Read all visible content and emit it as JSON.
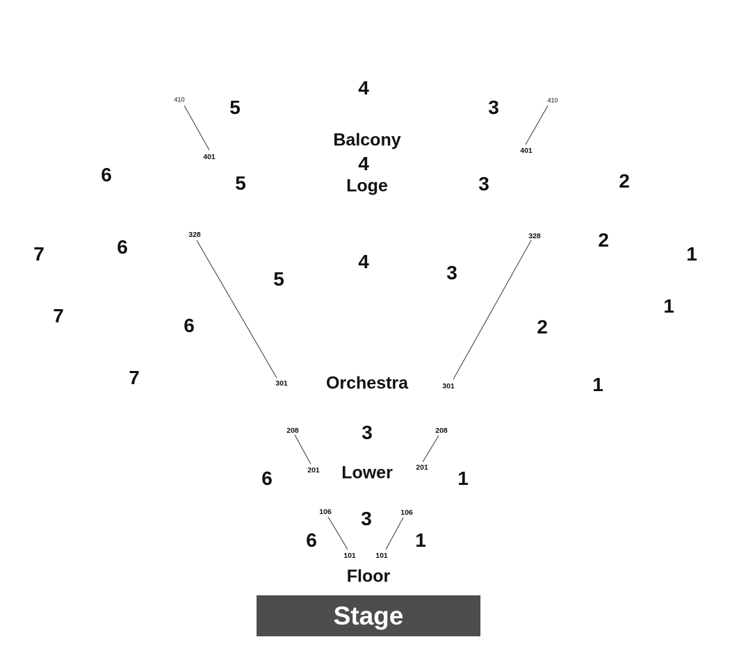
{
  "stage": {
    "label": "Stage"
  },
  "levels": {
    "balcony": "Balcony",
    "loge": "Loge",
    "orchestra": "Orchestra",
    "lower": "Lower",
    "floor": "Floor"
  },
  "sections": {
    "balcony": [
      "5",
      "4",
      "3"
    ],
    "loge": [
      "6",
      "5",
      "4",
      "3",
      "2"
    ],
    "orchestra": [
      "7",
      "6",
      "7",
      "6",
      "7",
      "5",
      "4",
      "3",
      "2",
      "1",
      "2",
      "1",
      "1"
    ],
    "lower": [
      "6",
      "3",
      "1"
    ],
    "floor": [
      "6",
      "3",
      "1"
    ]
  },
  "ranges": {
    "balcony_left": [
      "410",
      "401"
    ],
    "balcony_right": [
      "410",
      "401"
    ],
    "orchestra_left": [
      "328",
      "301"
    ],
    "orchestra_right": [
      "328",
      "301"
    ],
    "lower_left": [
      "208",
      "201"
    ],
    "lower_right": [
      "208",
      "201"
    ],
    "floor_left": [
      "106",
      "101"
    ],
    "floor_right": [
      "106",
      "101"
    ]
  }
}
